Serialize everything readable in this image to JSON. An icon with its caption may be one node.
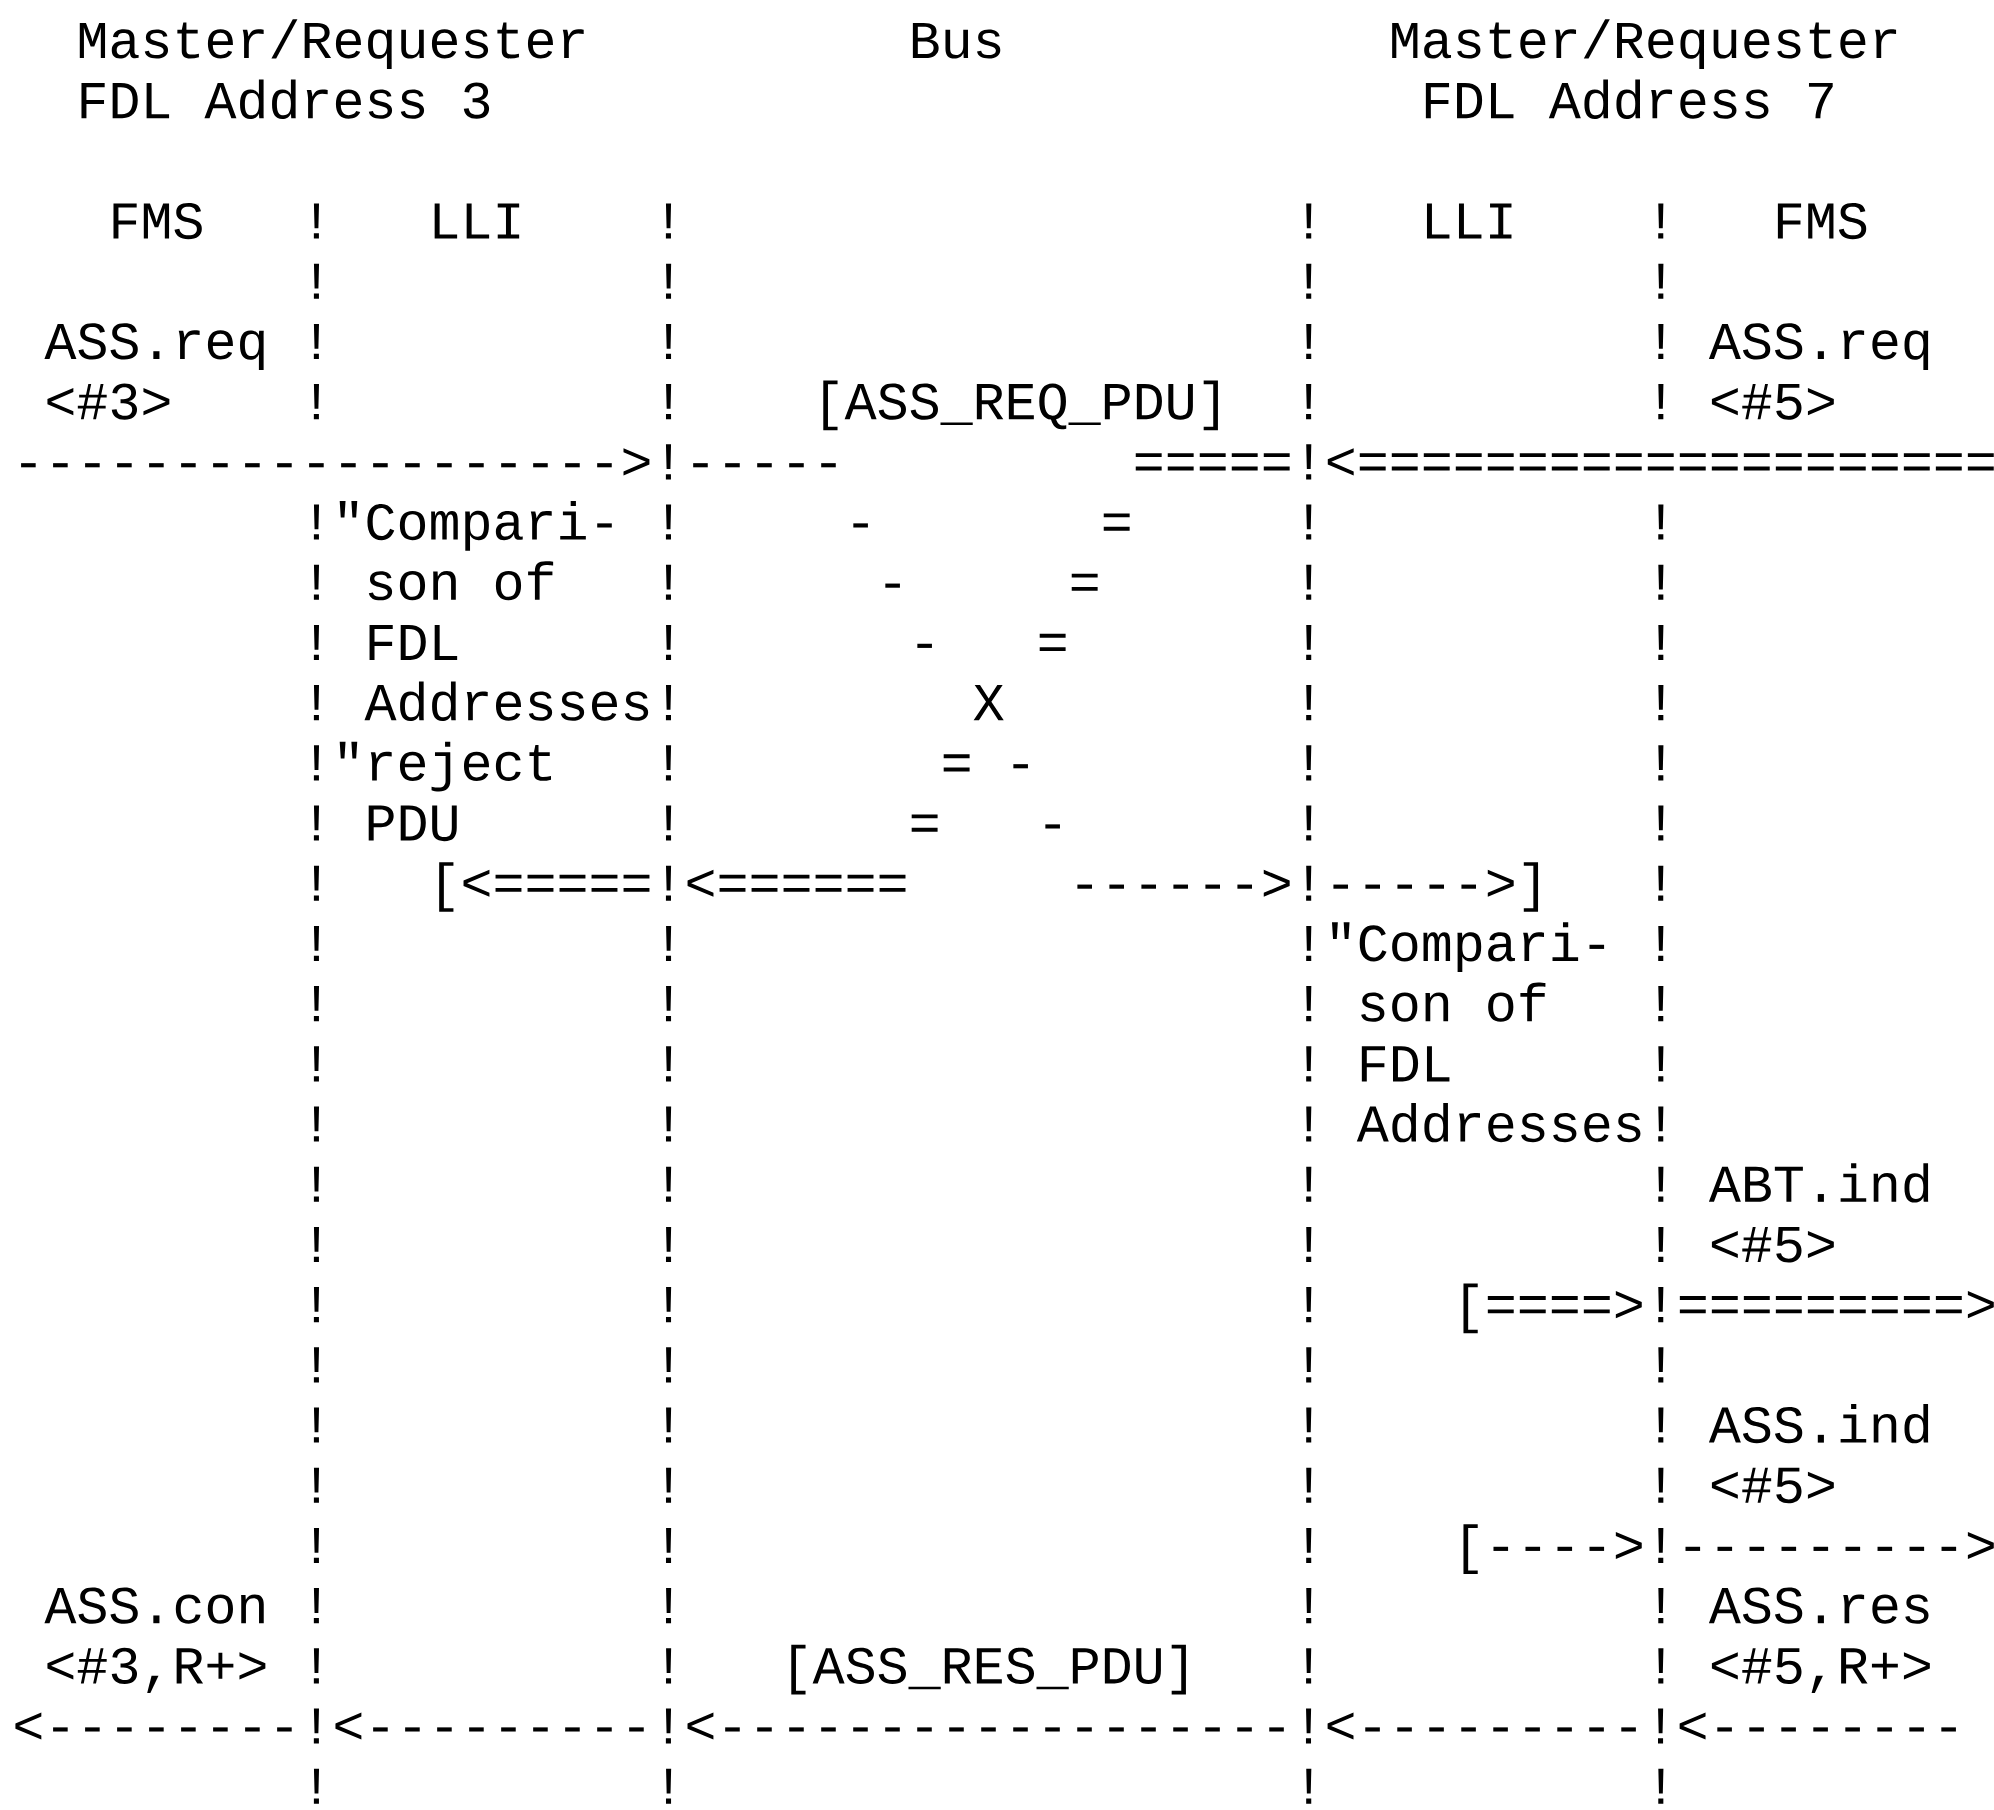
{
  "diagram": {
    "labels": [
      "  Master/Requester          Bus            Master/Requester",
      "  FDL Address 3                             FDL Address 7",
      "   FMS   !   LLI    !                   !   LLI    !   FMS",
      "         !          !                   !          !",
      " ASS.req !          !                   !          ! ASS.req",
      " <#3>    !          !    [ASS_REQ_PDU]  !          ! <#5>",
      "------------------->!-----         =====!<====================",
      "         !\"Compari- !     -       =     !          !",
      "         ! son of   !      -     =      !          !",
      "         ! FDL      !       -   =       !          !",
      "         ! Addresses!         X         !          !",
      "         !\"reject   !        = -        !          !",
      "         ! PDU      !       =   -       !          !",
      "         !   [<=====!<======     ------>!----->]   !",
      "         !          !                   !\"Compari- !",
      "         !          !                   ! son of   !",
      "         !          !                   ! FDL      !",
      "         !          !                   ! Addresses!",
      "         !          !                   !          ! ABT.ind",
      "         !          !                   !          ! <#5>",
      "         !          !                   !    [====>!=========>",
      "         !          !                   !          !",
      "         !          !                   !          ! ASS.ind",
      "         !          !                   !          ! <#5>",
      "         !          !                   !    [---->!--------->",
      " ASS.con !          !                   !          ! ASS.res",
      " <#3,R+> !          !   [ASS_RES_PDU]   !          ! <#5,R+>",
      "<--------!<---------!<------------------!<---------!<--------",
      "         !          !                   !          !"
    ]
  }
}
